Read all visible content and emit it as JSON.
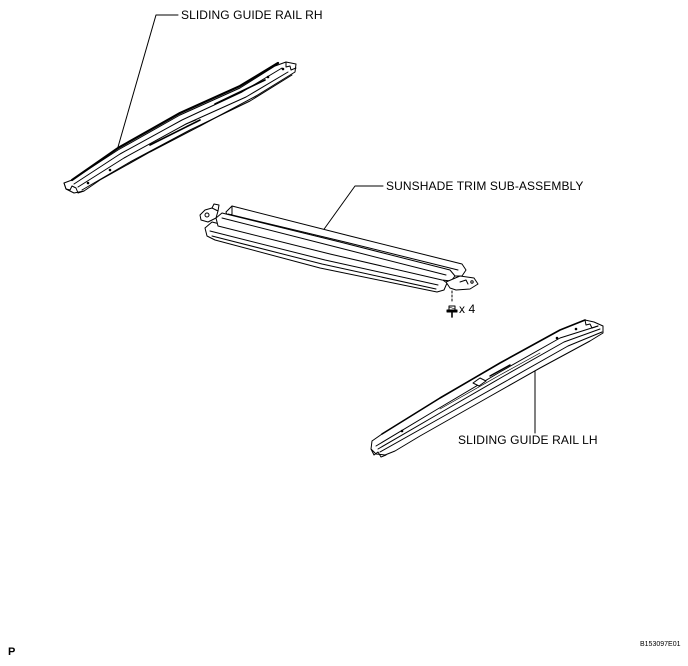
{
  "diagram": {
    "parts": [
      {
        "id": "rail-rh",
        "label": "SLIDING GUIDE RAIL RH"
      },
      {
        "id": "sunshade",
        "label": "SUNSHADE TRIM SUB-ASSEMBLY"
      },
      {
        "id": "rail-lh",
        "label": "SLIDING GUIDE RAIL LH"
      }
    ],
    "fastener": {
      "icon": "screw-icon",
      "quantity_label": "x 4"
    },
    "corner_mark": "P",
    "figure_id": "B153097E01",
    "colors": {
      "line": "#000000",
      "background": "#ffffff"
    }
  }
}
